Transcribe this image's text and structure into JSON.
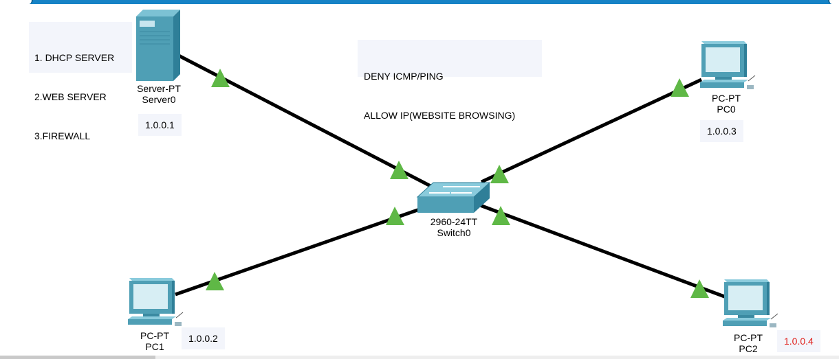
{
  "notes": {
    "services": [
      "1. DHCP SERVER",
      "2.WEB SERVER",
      "3.FIREWALL"
    ],
    "policy": [
      "DENY ICMP/PING",
      "ALLOW IP(WEBSITE BROWSING)"
    ]
  },
  "devices": {
    "server0": {
      "model": "Server-PT",
      "name": "Server0",
      "ip": "1.0.0.1"
    },
    "pc0": {
      "model": "PC-PT",
      "name": "PC0",
      "ip": "1.0.0.3"
    },
    "pc1": {
      "model": "PC-PT",
      "name": "PC1",
      "ip": "1.0.0.2"
    },
    "pc2": {
      "model": "PC-PT",
      "name": "PC2",
      "ip": "1.0.0.4"
    },
    "switch0": {
      "model": "2960-24TT",
      "name": "Switch0"
    }
  },
  "colors": {
    "link": "#000000",
    "link_status_up": "#5fb846",
    "device_body": "#4f9fb5",
    "ip_highlight": "#e0201b",
    "note_background": "#f3f5fb",
    "top_bar": "#1683c6"
  }
}
